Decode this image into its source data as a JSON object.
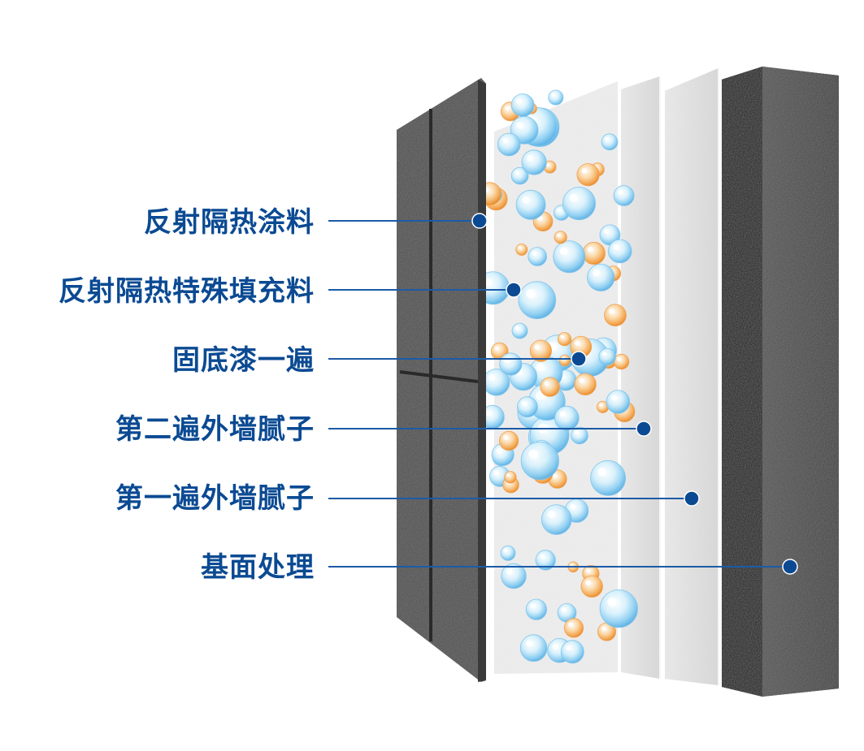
{
  "colors": {
    "label_text": "#0b4a93",
    "leader_line": "#1c5ba6",
    "dot": "#0b4a93",
    "bubble_blue": "#bfe6fb",
    "bubble_orange": "#f7b267",
    "concrete": "#4a4a4a",
    "putty": "#e3e3e3",
    "coating": "#5c5c5c"
  },
  "layers": [
    {
      "label": "反射隔热涂料"
    },
    {
      "label": "反射隔热特殊填充料"
    },
    {
      "label": "固底漆一遍"
    },
    {
      "label": "第二遍外墙腻子"
    },
    {
      "label": "第一遍外墙腻子"
    },
    {
      "label": "基面处理"
    }
  ]
}
